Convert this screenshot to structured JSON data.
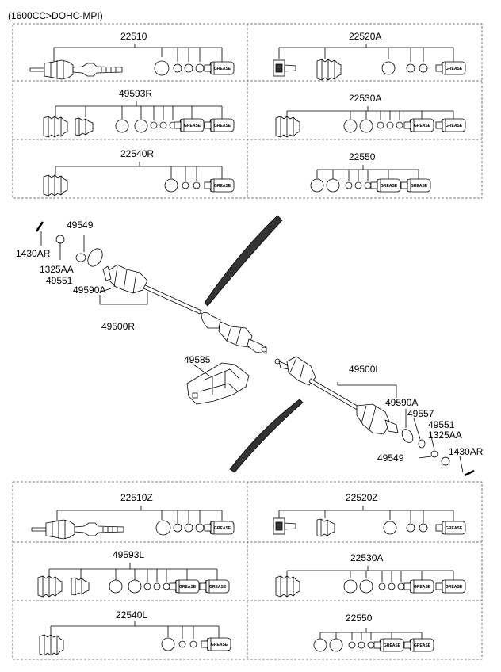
{
  "header": "(1600CC>DOHC-MPI)",
  "kits": {
    "k22510": "22510",
    "k22520A": "22520A",
    "k49593R": "49593R",
    "k22530A_top": "22530A",
    "k22540R": "22540R",
    "k22550_top": "22550",
    "k22510Z": "22510Z",
    "k22520Z": "22520Z",
    "k49593L": "49593L",
    "k22530A_bot": "22530A",
    "k22540L": "22540L",
    "k22550_bot": "22550"
  },
  "grease_label": "GREASE",
  "parts": {
    "p1430AR_r": "1430AR",
    "p49549_r": "49549",
    "p1325AA_r": "1325AA",
    "p49551_r": "49551",
    "p49590A_r": "49590A",
    "p49500R": "49500R",
    "p49585": "49585",
    "p49500L": "49500L",
    "p49590A_l": "49590A",
    "p49557": "49557",
    "p49551_l": "49551",
    "p1325AA_l": "1325AA",
    "p49549_l": "49549",
    "p1430AR_l": "1430AR"
  }
}
